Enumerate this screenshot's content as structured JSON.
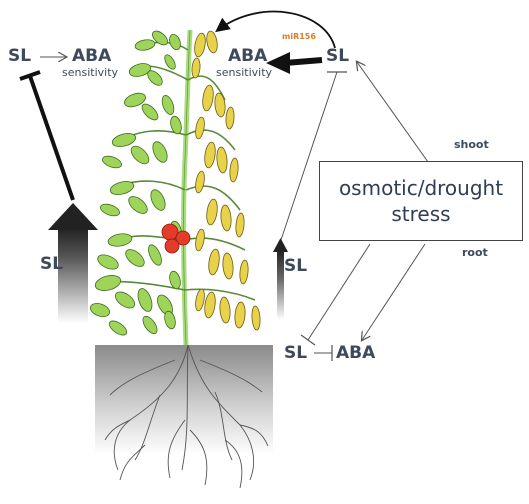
{
  "labels": {
    "sl_top_left": "SL",
    "aba_top_left": "ABA",
    "sensitivity_left": "sensitivity",
    "aba_top_right": "ABA",
    "sensitivity_right": "sensitivity",
    "mir156": "miR156",
    "sl_top_right": "SL",
    "shoot": "shoot",
    "root": "root",
    "sl_left_gradient": "SL",
    "sl_right_gradient": "SL",
    "sl_bottom": "SL",
    "aba_bottom": "ABA"
  },
  "stress_box": {
    "line1": "osmotic/drought",
    "line2": "stress"
  },
  "colors": {
    "label_text": "#3d4a5c",
    "mir156": "#e07a2e",
    "leaf_healthy": "#9fd45a",
    "leaf_wilted": "#e8d24a",
    "stem": "#a8dd7a",
    "fruit": "#e53b2a",
    "soil": "#8a8a8a"
  }
}
